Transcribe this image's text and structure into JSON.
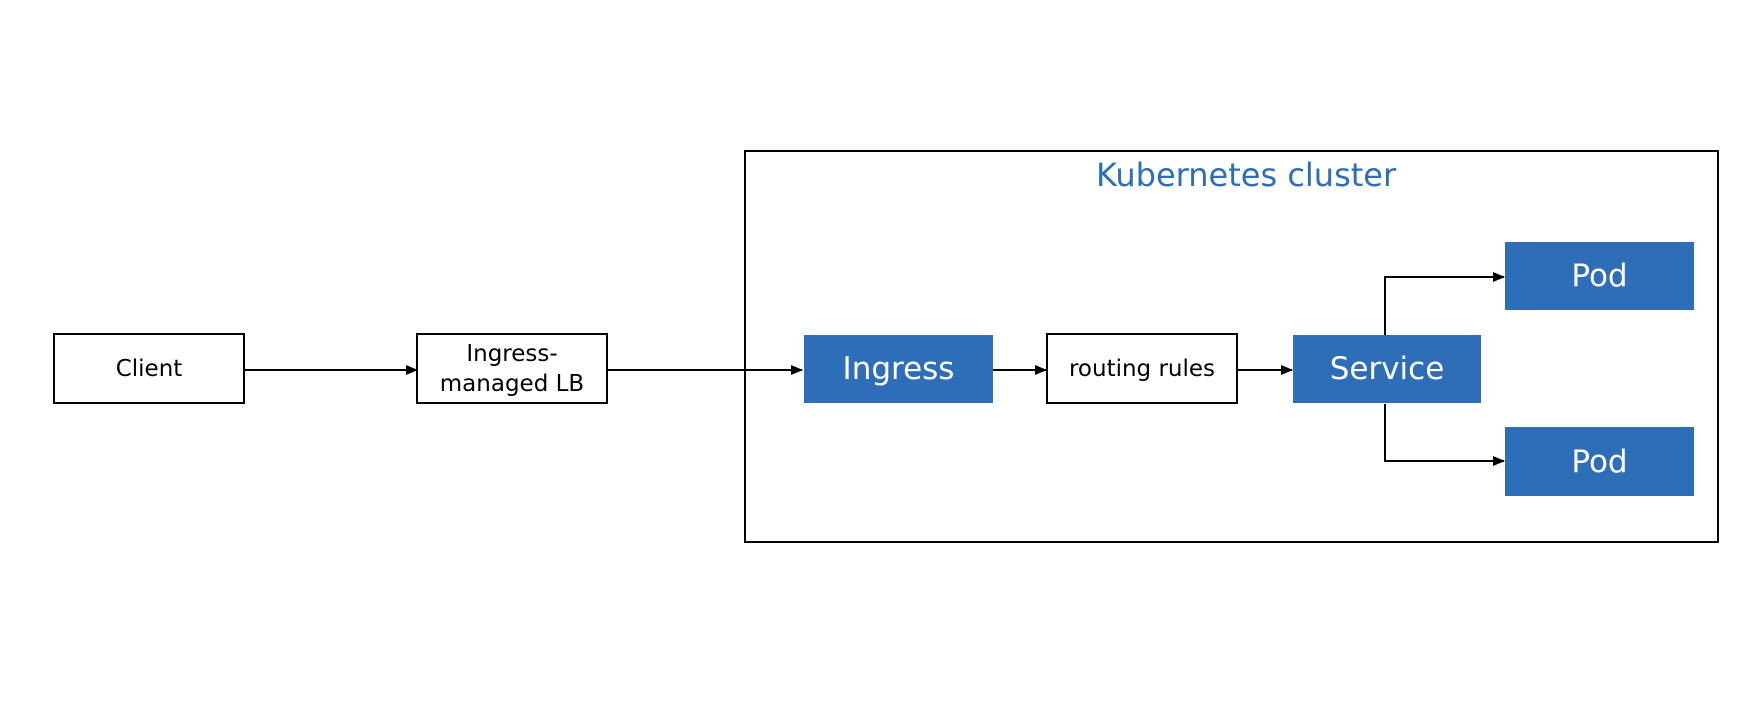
{
  "diagram": {
    "cluster": {
      "title": "Kubernetes cluster"
    },
    "nodes": {
      "client": "Client",
      "lb": "Ingress-\nmanaged LB",
      "ingress": "Ingress",
      "routing": "routing rules",
      "service": "Service",
      "pod_top": "Pod",
      "pod_bottom": "Pod"
    },
    "edges": [
      {
        "from": "client",
        "to": "lb"
      },
      {
        "from": "lb",
        "to": "ingress"
      },
      {
        "from": "ingress",
        "to": "routing"
      },
      {
        "from": "routing",
        "to": "service"
      },
      {
        "from": "service",
        "to": "pod_top"
      },
      {
        "from": "service",
        "to": "pod_bottom"
      }
    ]
  },
  "colors": {
    "accent": "#2E6DB8",
    "title": "#2E6DB8",
    "line": "#000000"
  }
}
